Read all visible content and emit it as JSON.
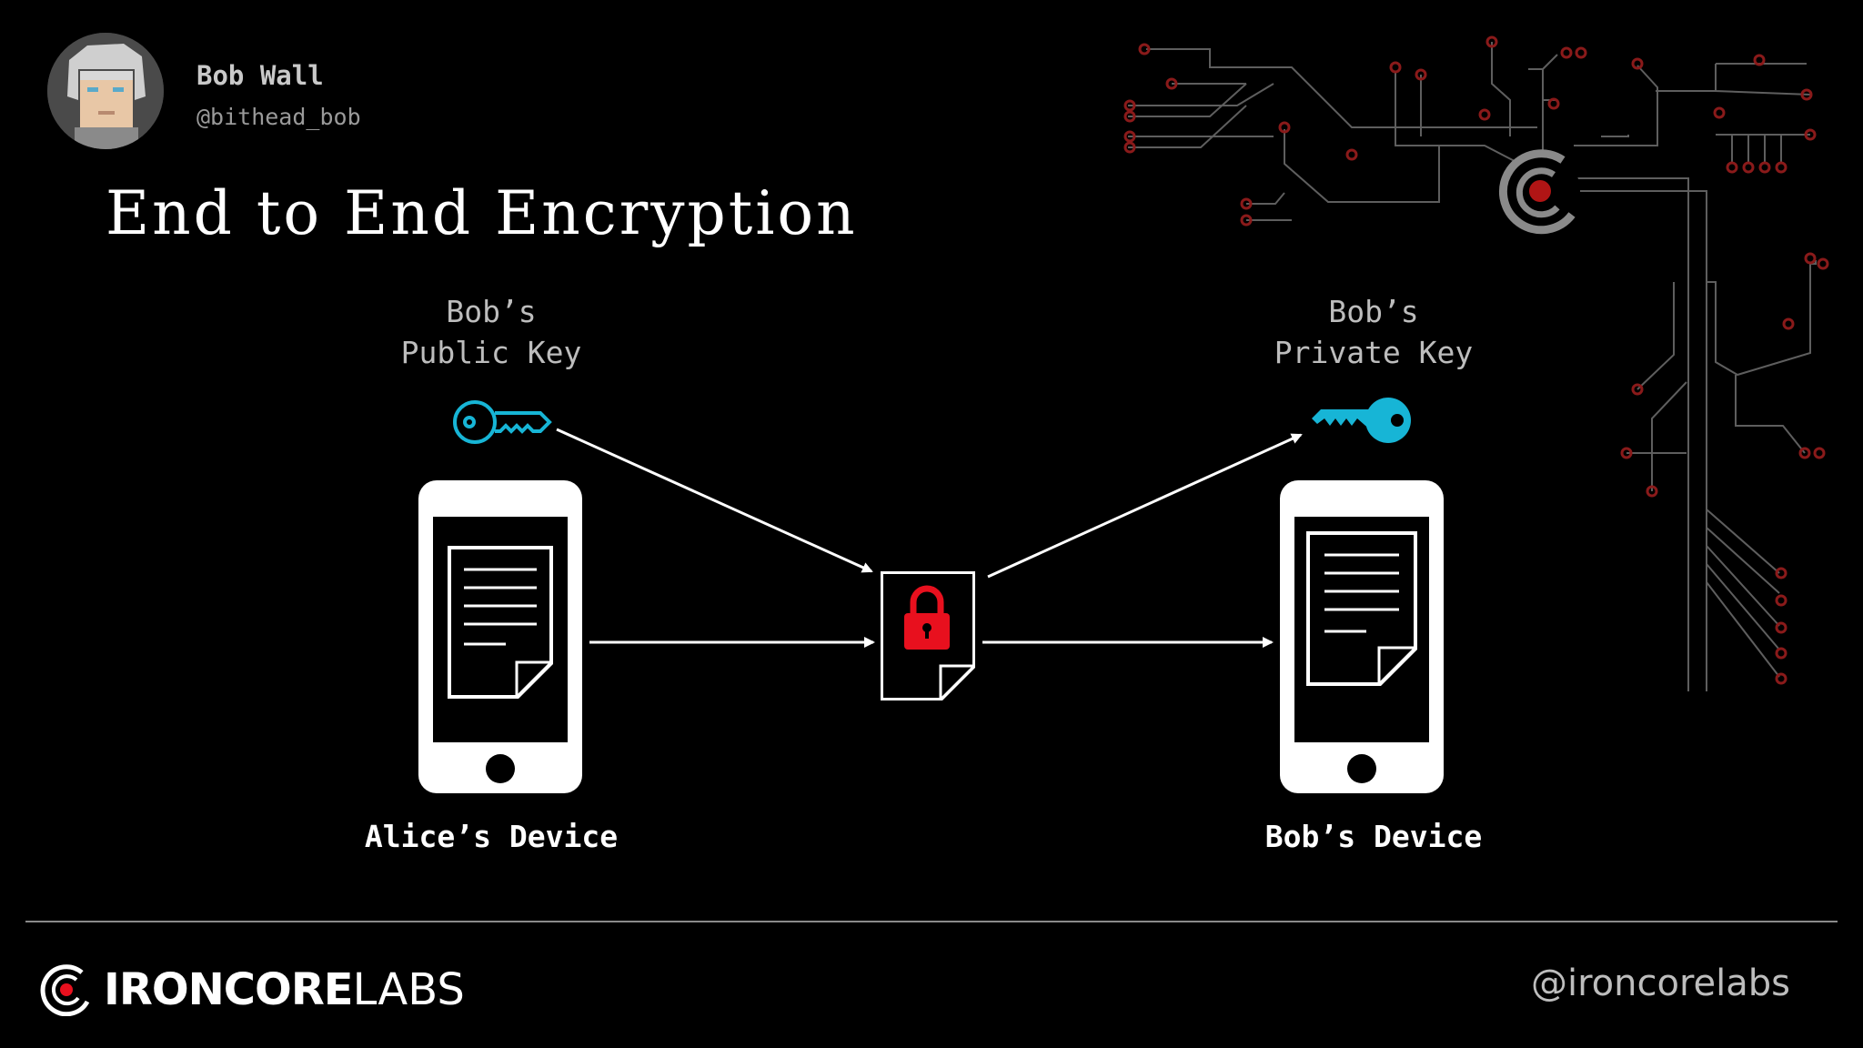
{
  "speaker": {
    "name": "Bob Wall",
    "handle": "@bithead_bob"
  },
  "slide": {
    "title": "End to End Encryption"
  },
  "diagram": {
    "public_key_label": [
      "Bob’s",
      "Public Key"
    ],
    "private_key_label": [
      "Bob’s",
      "Private Key"
    ],
    "sender_device_label": "Alice’s Device",
    "receiver_device_label": "Bob’s Device",
    "colors": {
      "key": "#17b5d6",
      "lock": "#e8101e",
      "circuit_dot": "#8a1a1a",
      "circuit_line": "#6a6a6a"
    },
    "icons": [
      "key-icon",
      "lock-icon",
      "document-icon",
      "phone-icon"
    ]
  },
  "footer": {
    "brand_bold": "IRONCORE",
    "brand_light": "LABS",
    "social_handle": "@ironcorelabs"
  }
}
